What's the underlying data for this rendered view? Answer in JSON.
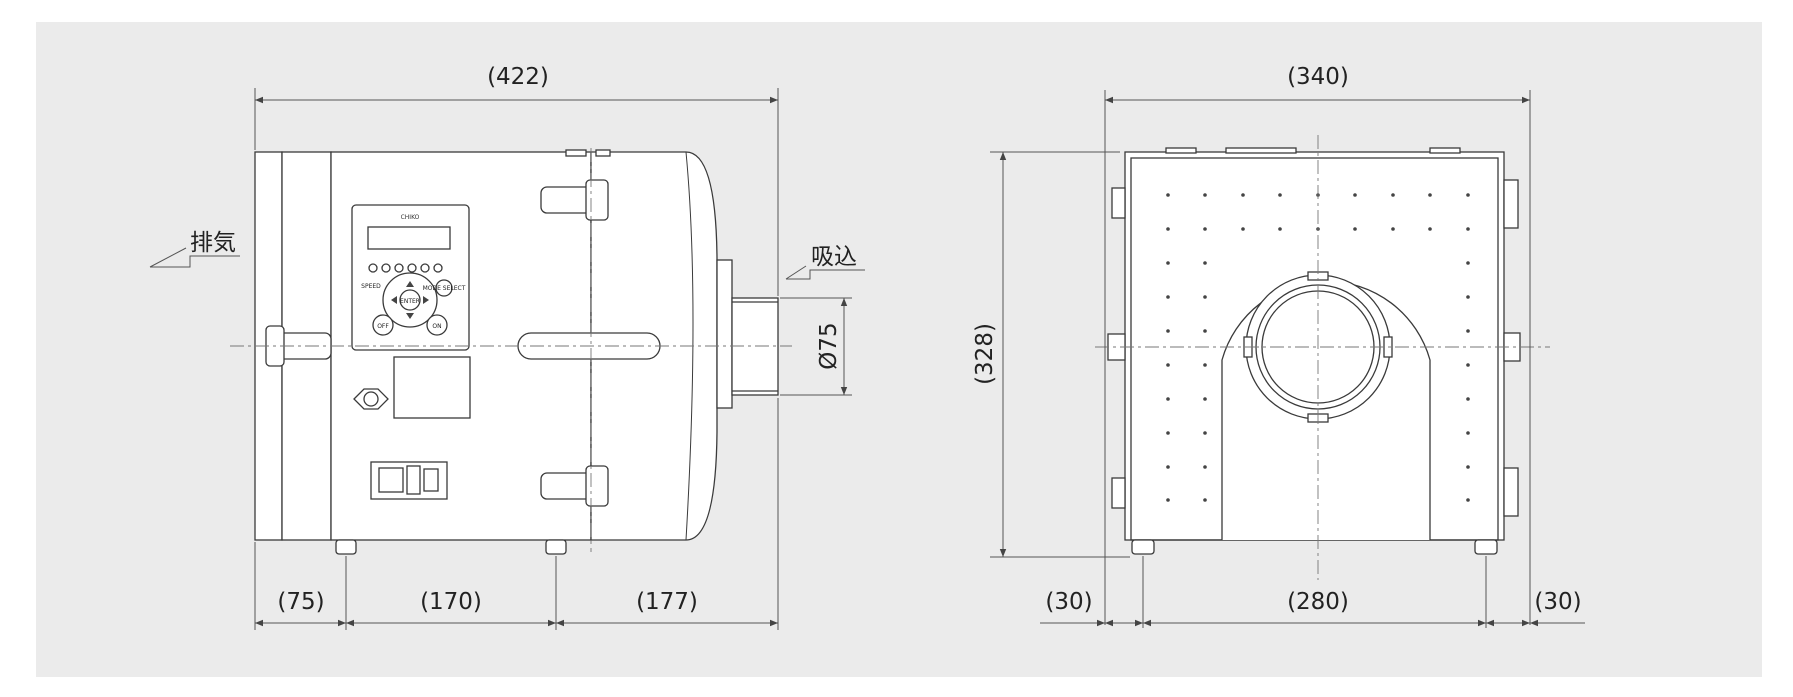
{
  "colors": {
    "panel_bg": "#ebebeb",
    "outline": "#3a3a3a",
    "body_fill": "#ffffff",
    "dim_line": "#555555"
  },
  "side_view": {
    "overall_width": "(422)",
    "exhaust_label": "排気",
    "intake_label": "吸込",
    "inlet_diameter": "Ø75",
    "segment_left": "(75)",
    "segment_middle": "(170)",
    "segment_right": "(177)",
    "controller": {
      "brand": "CHIKO",
      "enter_label": "ENTER",
      "off_label": "OFF",
      "on_label": "ON",
      "mode_label": "MODE SELECT",
      "indicator_label": "SPEED"
    }
  },
  "front_view": {
    "overall_width": "(340)",
    "overall_height": "(328)",
    "segment_left": "(30)",
    "segment_middle": "(280)",
    "segment_right": "(30)"
  }
}
